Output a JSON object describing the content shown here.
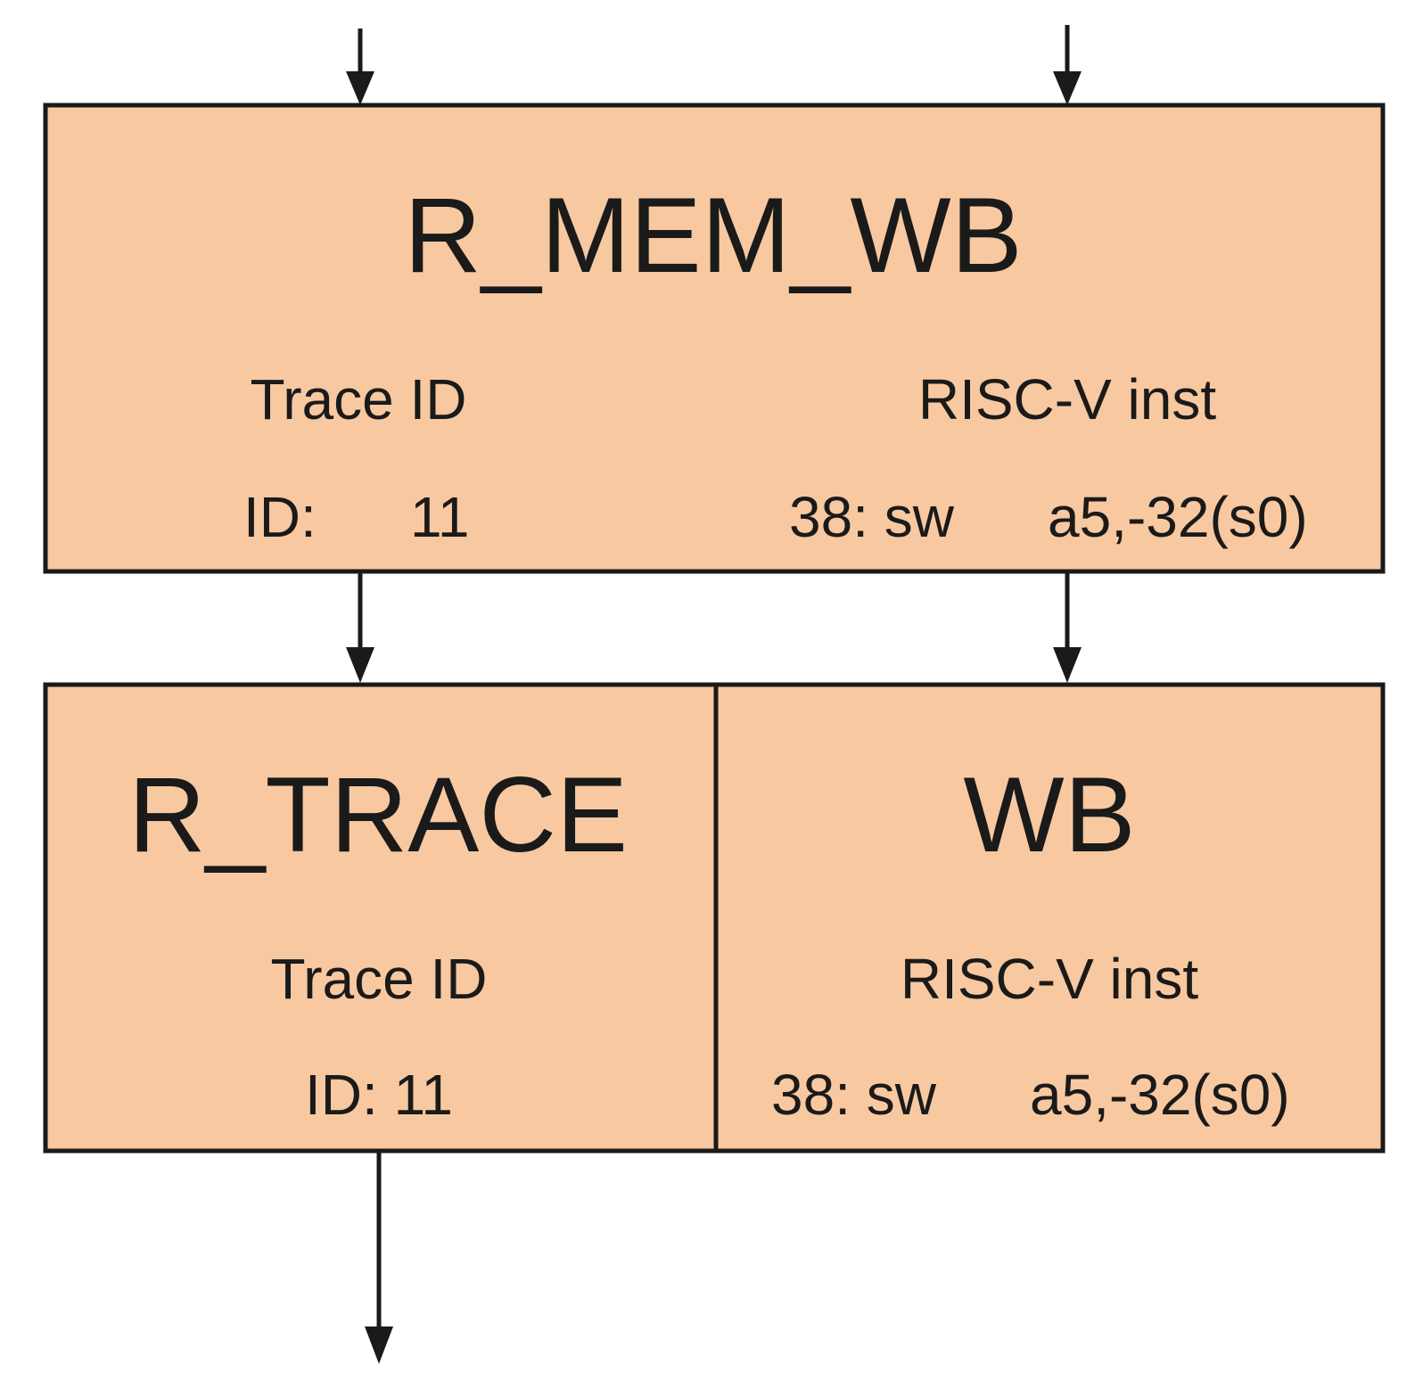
{
  "colors": {
    "box_fill": "#f8c8a0",
    "stroke": "#1a1a1a",
    "background": "#ffffff"
  },
  "top_block": {
    "title": "R_MEM_WB",
    "trace_header": "Trace ID",
    "trace_label": "ID:",
    "trace_value": "11",
    "inst_header": "RISC-V inst",
    "inst_line": "38: sw",
    "inst_args": "a5,-32(s0)"
  },
  "trace_block": {
    "title": "R_TRACE",
    "trace_header": "Trace ID",
    "trace_line": "ID: 11"
  },
  "wb_block": {
    "title": "WB",
    "inst_header": "RISC-V inst",
    "inst_line": "38: sw",
    "inst_args": "a5,-32(s0)"
  }
}
